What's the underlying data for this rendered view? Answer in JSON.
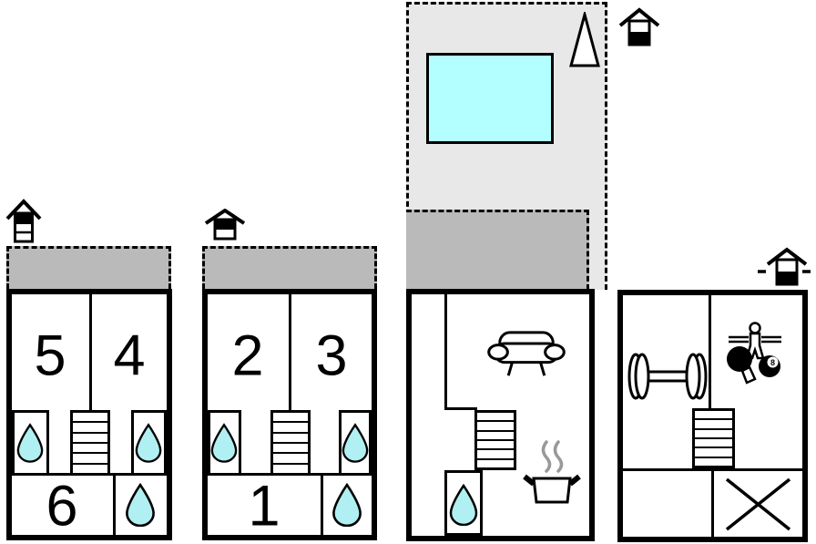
{
  "diagram_type": "holiday-home floor plan",
  "colors": {
    "wall": "#000000",
    "terrace": "#bababa",
    "garden": "#e8e8e8",
    "pool": "#b3ffff",
    "water": "#b0f0f2",
    "steam": "#999999"
  },
  "rooms": {
    "room1": "1",
    "room2": "2",
    "room3": "3",
    "room4": "4",
    "room5": "5",
    "room6": "6"
  },
  "icons": {
    "ball_label": "8",
    "names": [
      "floor-level-house-icon",
      "water-drop-icon",
      "stairs-icon",
      "sofa-icon",
      "cooking-pot-icon",
      "tree-icon",
      "dumbbell-icon",
      "table-tennis-icon",
      "billiard-ball-icon",
      "foosball-icon",
      "crossed-room-icon",
      "swimming-pool"
    ]
  },
  "buildings": [
    {
      "name": "bedroom-house-a",
      "features": [
        "room 5",
        "room 4",
        "room 6",
        "2 bathrooms",
        "bathroom",
        "stairs",
        "terrace"
      ]
    },
    {
      "name": "bedroom-house-b",
      "features": [
        "room 2",
        "room 3",
        "room 1",
        "2 bathrooms",
        "bathroom",
        "stairs",
        "terrace"
      ]
    },
    {
      "name": "living-house",
      "features": [
        "sofa",
        "kitchen",
        "bathroom",
        "stairs",
        "terrace",
        "garden",
        "swimming pool",
        "tree"
      ]
    },
    {
      "name": "activity-house",
      "features": [
        "fitness room",
        "games room",
        "stairs",
        "unavailable room"
      ]
    }
  ]
}
